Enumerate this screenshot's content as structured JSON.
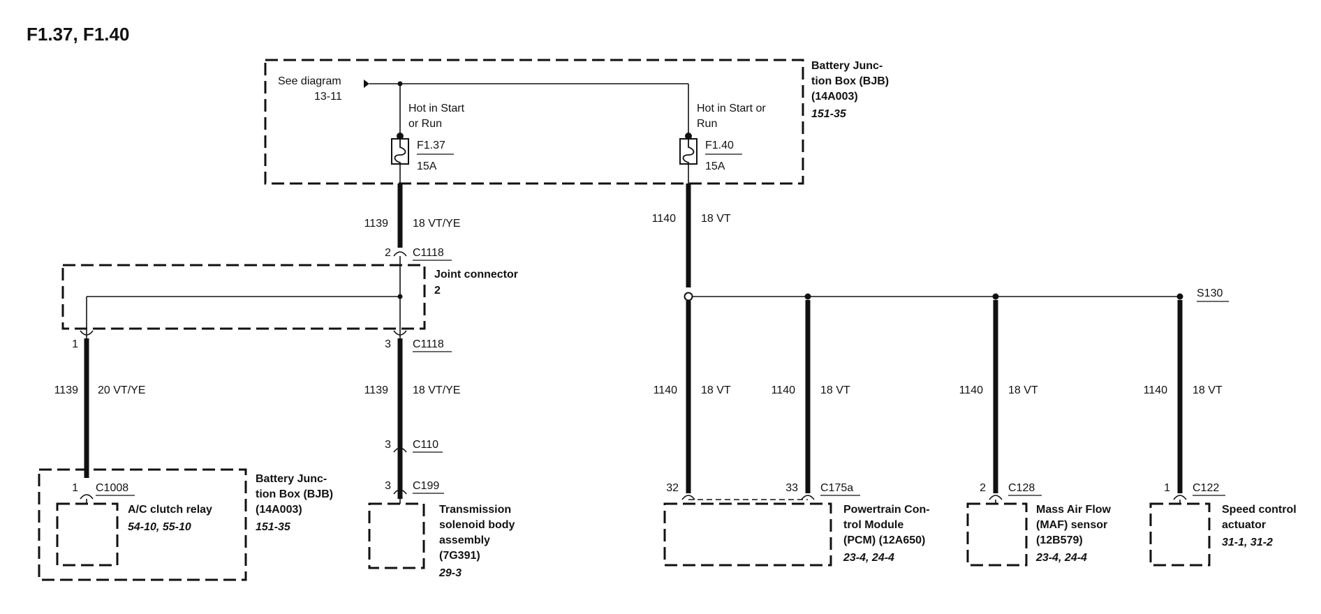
{
  "title": "F1.37, F1.40",
  "top_box": {
    "name": [
      "Battery Junc-",
      "tion Box (BJB)",
      "(14A003)"
    ],
    "ref": "151-35",
    "see_diagram": [
      "See diagram",
      "13-11"
    ],
    "fuse1": {
      "hot": [
        "Hot in Start",
        "or Run"
      ],
      "id": "F1.37",
      "rating": "15A"
    },
    "fuse2": {
      "hot": [
        "Hot in Start or",
        "Run"
      ],
      "id": "F1.40",
      "rating": "15A"
    }
  },
  "wires": {
    "w1139_top": {
      "circuit": "1139",
      "gauge": "18 VT/YE"
    },
    "w1140_top": {
      "circuit": "1140",
      "gauge": "18 VT"
    },
    "w1139_left": {
      "circuit": "1139",
      "gauge": "20 VT/YE"
    },
    "w1139_mid": {
      "circuit": "1139",
      "gauge": "18 VT/YE"
    },
    "w1140_a": {
      "circuit": "1140",
      "gauge": "18 VT"
    },
    "w1140_b": {
      "circuit": "1140",
      "gauge": "18 VT"
    },
    "w1140_c": {
      "circuit": "1140",
      "gauge": "18 VT"
    },
    "w1140_d": {
      "circuit": "1140",
      "gauge": "18 VT"
    }
  },
  "joint_connector": {
    "label": "Joint connector",
    "num": "2"
  },
  "connectors": {
    "c1118_top": {
      "pin": "2",
      "id": "C1118"
    },
    "c1118_bot": {
      "pin": "3",
      "id": "C1118"
    },
    "left_pin": {
      "pin": "1"
    },
    "c110": {
      "pin": "3",
      "id": "C110"
    },
    "c199": {
      "pin": "3",
      "id": "C199"
    },
    "c1008": {
      "pin": "1",
      "id": "C1008"
    },
    "c175a": {
      "pin1": "32",
      "pin2": "33",
      "id": "C175a"
    },
    "c128": {
      "pin": "2",
      "id": "C128"
    },
    "c122": {
      "pin": "1",
      "id": "C122"
    },
    "s130": {
      "id": "S130"
    }
  },
  "components": {
    "bjb_bottom": {
      "name": [
        "Battery Junc-",
        "tion Box (BJB)",
        "(14A003)"
      ],
      "ref": "151-35"
    },
    "ac_relay": {
      "name": "A/C clutch relay",
      "ref": "54-10, 55-10"
    },
    "trans": {
      "name": [
        "Transmission",
        "solenoid body",
        "assembly",
        "(7G391)"
      ],
      "ref": "29-3"
    },
    "pcm": {
      "name": [
        "Powertrain Con-",
        "trol Module",
        "(PCM) (12A650)"
      ],
      "ref": "23-4, 24-4"
    },
    "maf": {
      "name": [
        "Mass Air Flow",
        "(MAF) sensor",
        "(12B579)"
      ],
      "ref": "23-4, 24-4"
    },
    "speed": {
      "name": [
        "Speed control",
        "actuator"
      ],
      "ref": "31-1, 31-2"
    }
  }
}
